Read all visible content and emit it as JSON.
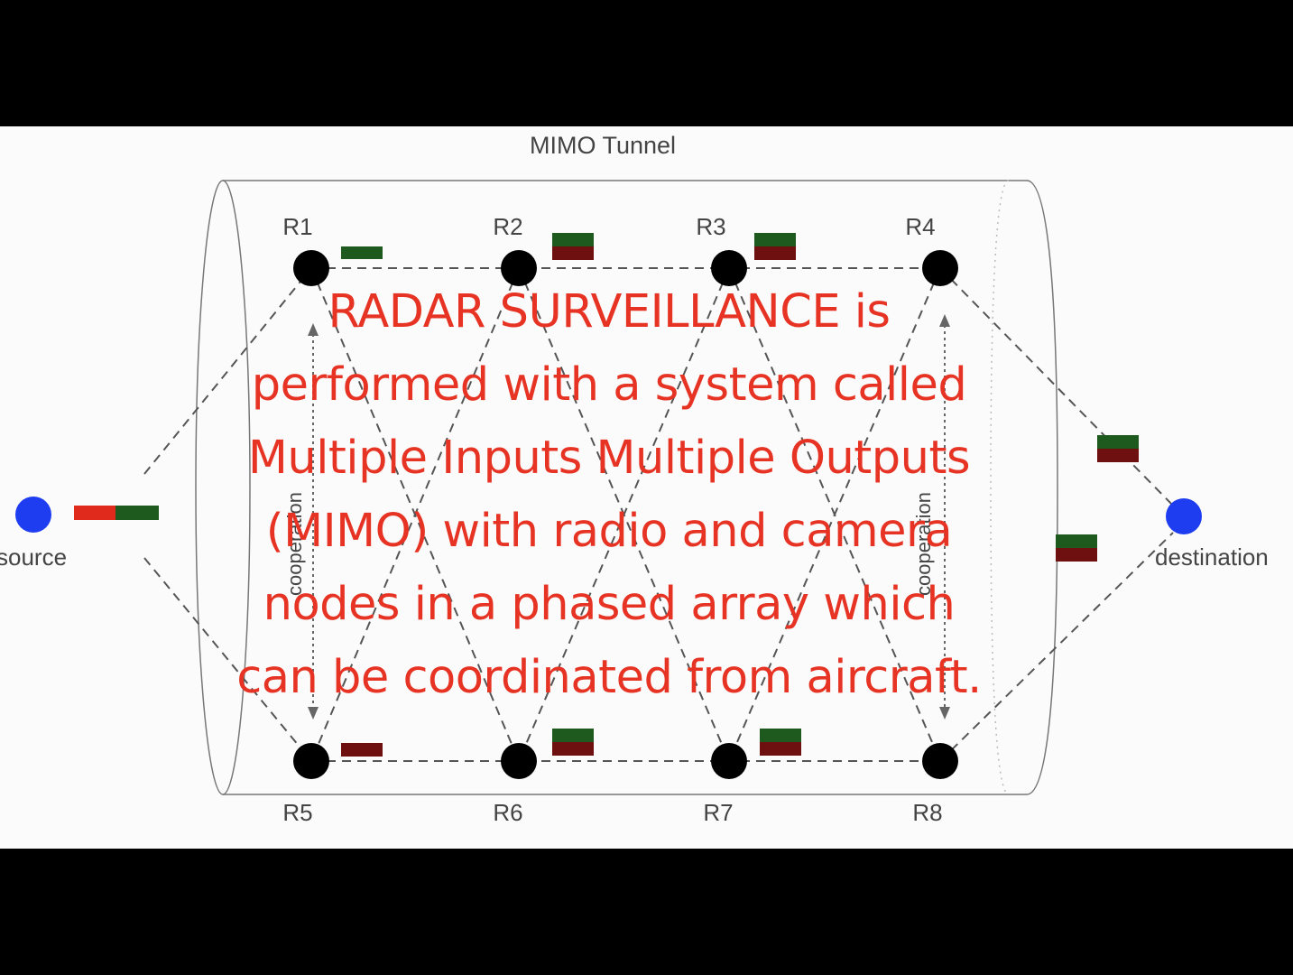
{
  "diagram": {
    "title": "MIMO Tunnel",
    "source_label": "source",
    "destination_label": "destination",
    "cooperation_label": "cooperation",
    "relay_labels": [
      "R1",
      "R2",
      "R3",
      "R4",
      "R5",
      "R6",
      "R7",
      "R8"
    ]
  },
  "overlay": {
    "caption": "RADAR SURVEILLANCE is\nperformed with a system called\nMultiple Inputs Multiple Outputs\n(MIMO) with radio and camera\nnodes in a phased array which\ncan be coordinated from aircraft."
  },
  "colors": {
    "caption": "#e63323",
    "source_node": "#1e3cf0",
    "relay_node": "#000000",
    "packet_green": "#1e5a1e",
    "packet_red": "#6e1010",
    "packet_bright_red": "#e02a1c"
  }
}
